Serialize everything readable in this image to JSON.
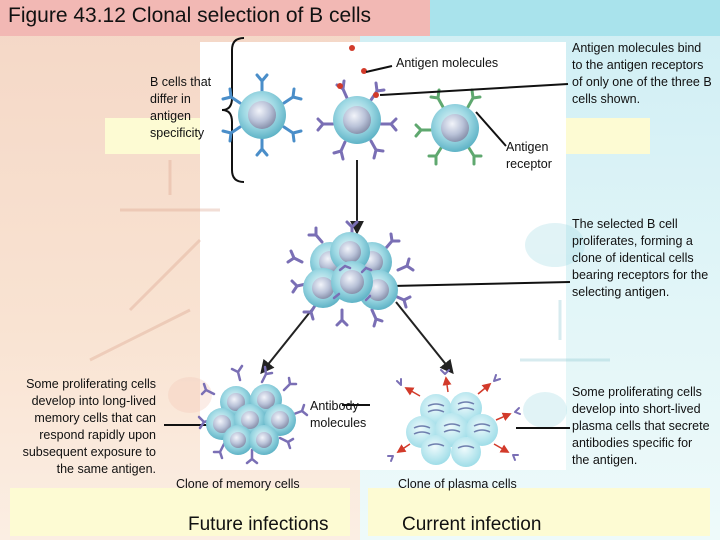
{
  "title": "Figure 43.12 Clonal selection of B cells",
  "labels": {
    "antigen_molecules": "Antigen molecules",
    "b_cells_specificity": "B cells that differ in antigen specificity",
    "bind_note": "Antigen molecules bind to the antigen receptors of only one of the three B cells shown.",
    "antigen_receptor": "Antigen receptor",
    "proliferates_note": "The selected B cell proliferates, forming a clone of identical cells bearing receptors for the selecting antigen.",
    "memory_note": "Some proliferating cells develop into long-lived memory cells that can respond rapidly upon subsequent exposure to the same antigen.",
    "plasma_note": "Some proliferating cells develop into short-lived plasma cells that secrete antibodies specific for the antigen.",
    "antibody_molecules": "Antibody molecules",
    "clone_memory": "Clone of memory cells",
    "clone_plasma": "Clone of plasma cells",
    "future_infections": "Future infections",
    "current_infection": "Current infection"
  },
  "colors": {
    "cell_fill": "#8fd4e0",
    "receptor_blue": "#4a8ec9",
    "receptor_green": "#5fa86f",
    "receptor_purple": "#7a6fb5",
    "antigen_red": "#d23a2a"
  }
}
